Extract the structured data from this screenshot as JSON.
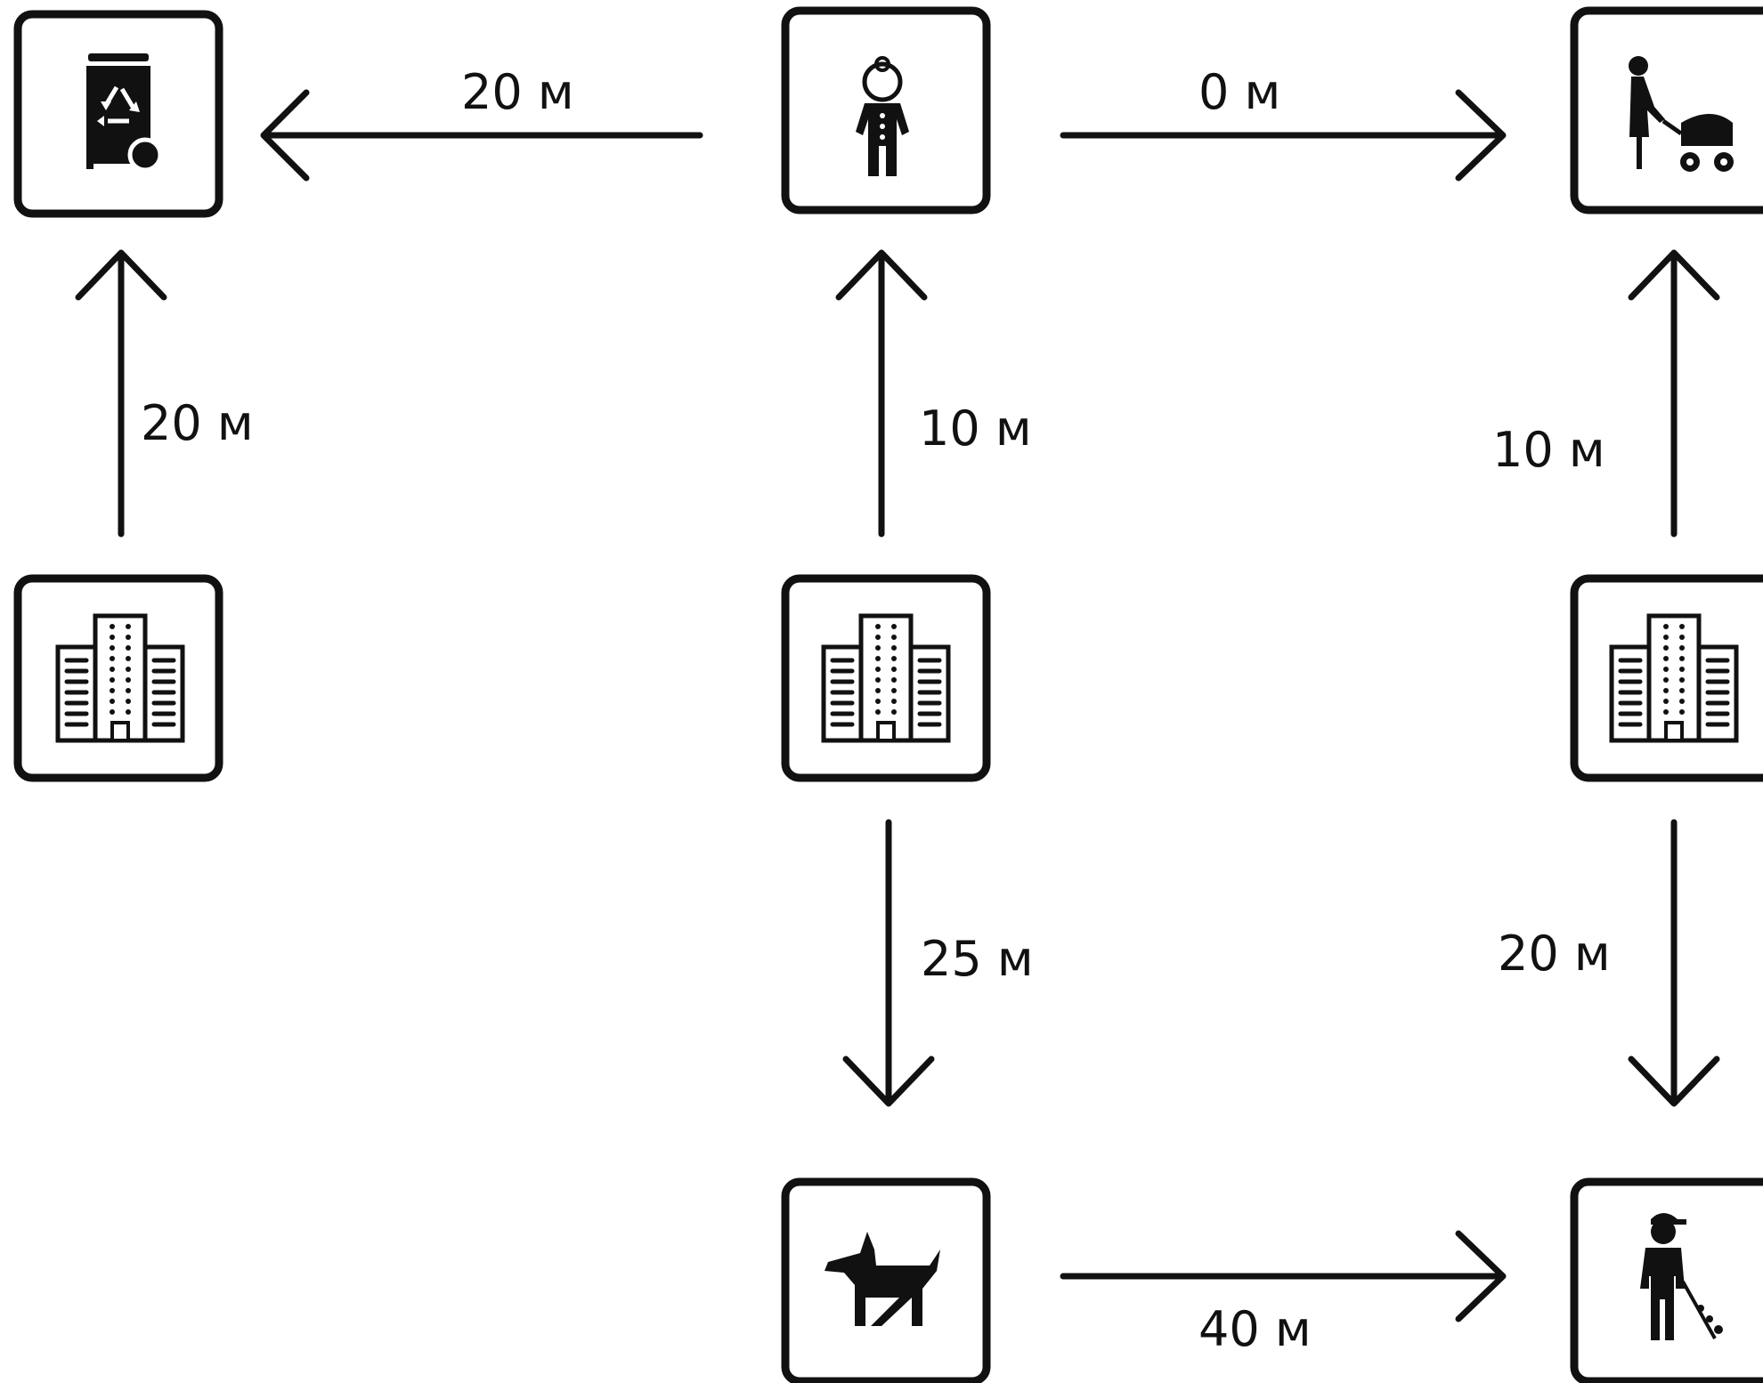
{
  "nodes": [
    {
      "id": "recycling-bin",
      "icon": "recycling-bin-icon"
    },
    {
      "id": "baby",
      "icon": "baby-icon"
    },
    {
      "id": "stroller",
      "icon": "woman-with-stroller-icon"
    },
    {
      "id": "building-left",
      "icon": "apartment-buildings-icon"
    },
    {
      "id": "building-center",
      "icon": "apartment-buildings-icon"
    },
    {
      "id": "building-right",
      "icon": "apartment-buildings-icon"
    },
    {
      "id": "dog",
      "icon": "dog-icon"
    },
    {
      "id": "child-with-scooter",
      "icon": "child-with-scooter-icon"
    }
  ],
  "edges": [
    {
      "id": "baby-to-recycling",
      "label": "20 м"
    },
    {
      "id": "baby-to-stroller",
      "label": "0 м"
    },
    {
      "id": "building-left-to-recycling",
      "label": "20 м"
    },
    {
      "id": "building-center-to-baby",
      "label": "10 м"
    },
    {
      "id": "building-right-to-stroller",
      "label": "10 м"
    },
    {
      "id": "building-center-to-dog",
      "label": "25 м"
    },
    {
      "id": "building-right-to-child",
      "label": "20 м"
    },
    {
      "id": "dog-to-child",
      "label": "40 м"
    }
  ],
  "colors": {
    "stroke": "#111111",
    "background": "#ffffff"
  }
}
